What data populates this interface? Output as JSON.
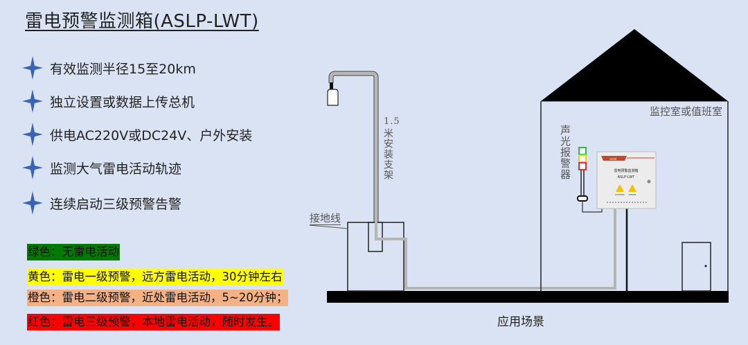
{
  "title": "雷电预警监测箱(ASLP-LWT)",
  "features": [
    {
      "icon": "four-point-star-icon",
      "label": "有效监测半径15至20km"
    },
    {
      "icon": "four-point-star-icon",
      "label": "独立设置或数据上传总机"
    },
    {
      "icon": "four-point-star-icon",
      "label": "供电AC220V或DC24V、户外安装"
    },
    {
      "icon": "four-point-star-icon",
      "label": "监测大气雷电活动轨迹"
    },
    {
      "icon": "four-point-star-icon",
      "label": "连续启动三级预警告警"
    }
  ],
  "legend": [
    {
      "label": "绿色：无雷电活动",
      "color": "#007a00"
    },
    {
      "label": "黄色：雷电一级预警，远方雷电活动，30分钟左右",
      "color": "#ffff00"
    },
    {
      "label": "橙色：雷电二级预警，近处雷电活动，5~20分钟；",
      "color": "#f4b183"
    },
    {
      "label": "红色：雷电三级预警，本地雷电活动，随时发生。",
      "color": "#ff0000"
    }
  ],
  "diagram": {
    "pole_label": "1.5米安装支架",
    "ground_label": "接地线",
    "room_label": "监控室或值班室",
    "alarm_label": "声光报警器",
    "device": {
      "name": "雷电预警监测箱",
      "model": "ASLP-LWT",
      "brand": "Acrel",
      "warning_labels": [
        "LIGHTNING",
        "DANGER"
      ]
    },
    "caption": "应用场景",
    "colors": {
      "star": "#3a62b5",
      "pipe": "#b8b8b8",
      "ground": "#000000",
      "alarm_green": "#2eb84a",
      "alarm_yellow": "#f0d000",
      "alarm_red": "#e03030"
    }
  }
}
